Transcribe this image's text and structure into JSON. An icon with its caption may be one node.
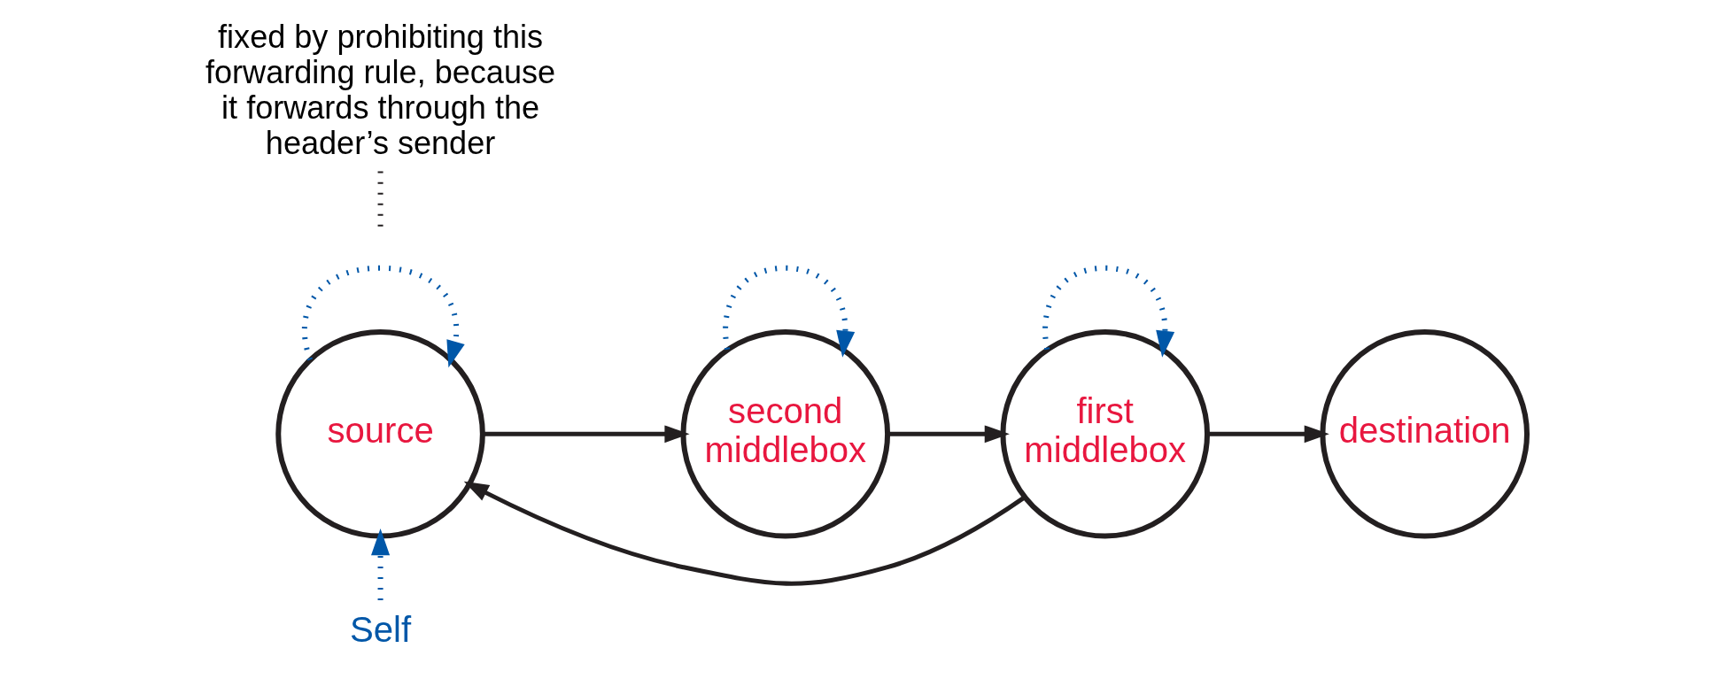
{
  "diagram": {
    "nodes": [
      {
        "text": [
          "source"
        ]
      },
      {
        "text": [
          "second middlebox"
        ]
      },
      {
        "text": [
          "first middlebox"
        ]
      },
      {
        "text": [
          "destination"
        ]
      },
      {
        "text": [
          "Self"
        ]
      },
      {
        "text": [
          "fixed by prohibiting this forwarding rule, because it forwards through the header’s sender"
        ]
      }
    ],
    "edges": [
      {
        "from": 4,
        "to": 0,
        "arrow": "to",
        "style": "dashed",
        "color": "#0057a8"
      },
      {
        "from": 0,
        "to": 1,
        "arrow": "to",
        "color": "#231f20"
      },
      {
        "from": 1,
        "to": 1,
        "arrow": "to",
        "style": "dashed",
        "color": "#0057a8"
      },
      {
        "from": 1,
        "to": 2,
        "arrow": "to",
        "color": "#231f20"
      },
      {
        "from": 2,
        "to": 2,
        "arrow": "to",
        "style": "dashed",
        "color": "#0057a8"
      },
      {
        "from": 2,
        "to": 3,
        "arrow": "to",
        "color": "#231f20"
      },
      {
        "from": 2,
        "to": 0,
        "arrow": "to",
        "color": "#231f20"
      },
      {
        "from": 0,
        "to": 0,
        "arrow": "to",
        "style": "dashed",
        "color": "#0057a8"
      },
      {
        "from": 5,
        "to": null,
        "arrow": "none",
        "style": "dashed",
        "color": "#231f20"
      }
    ]
  }
}
